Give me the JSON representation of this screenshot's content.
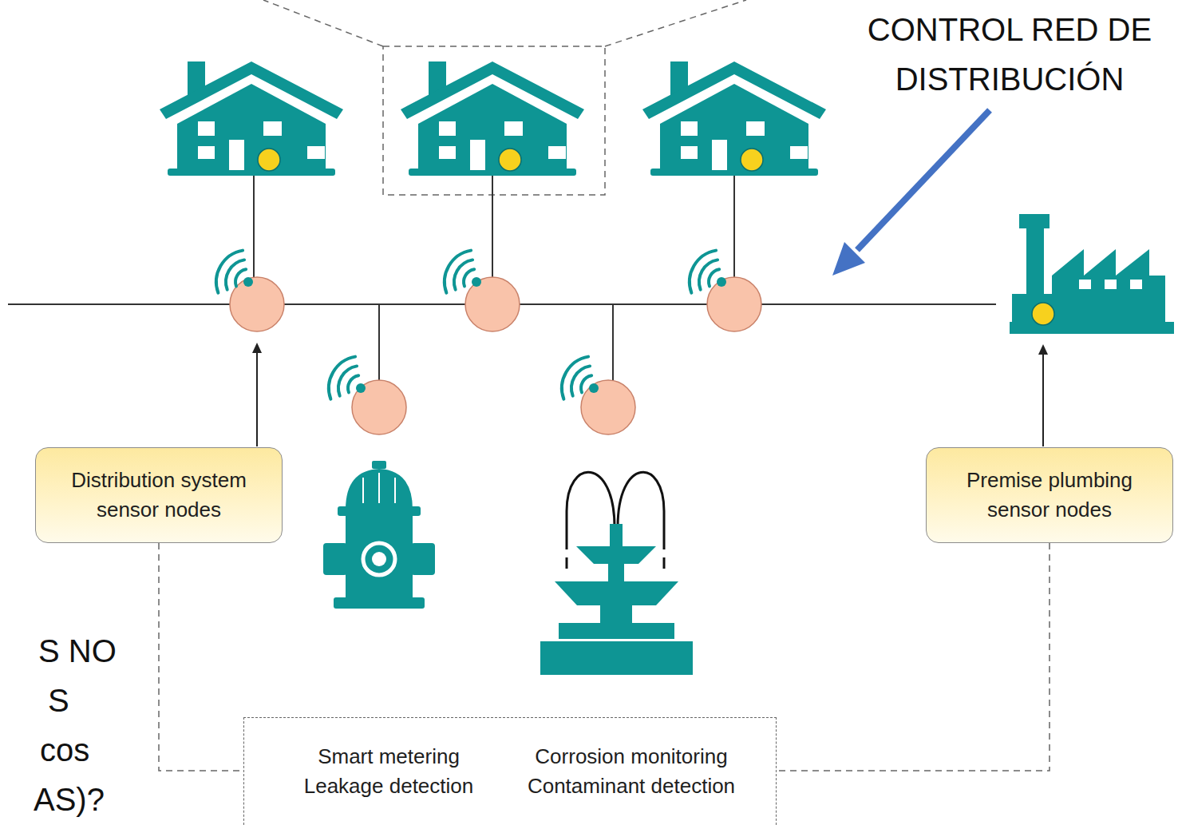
{
  "diagram": {
    "nodes": [
      {
        "text": [
          "Distribution system sensor nodes"
        ]
      },
      {
        "text": [
          "Premise plumbing sensor nodes"
        ]
      },
      {
        "text": [
          "Smart metering Leakage detection",
          "Corrosion monitoring Contaminant detection"
        ]
      }
    ],
    "edges": [
      {
        "from": 0,
        "to": 2,
        "arrow": "none"
      },
      {
        "from": 1,
        "to": 2,
        "arrow": "none"
      }
    ],
    "labels": [
      "CONTROL RED DE DISTRIBUCIÓN",
      "S NO",
      "S",
      "cos",
      "AS)?"
    ]
  }
}
